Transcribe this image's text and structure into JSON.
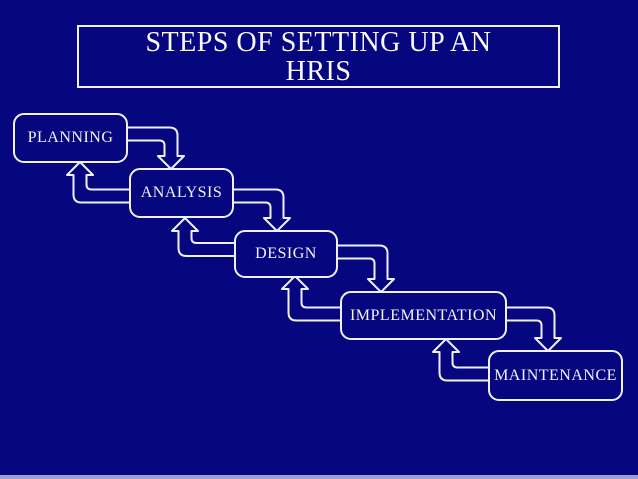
{
  "slide": {
    "title_line1": "STEPS OF SETTING UP AN",
    "title_line2": "HRIS",
    "colors": {
      "background": "#06067F",
      "line_and_text": "#EFF0F8",
      "bottom_strip": "#9CA0D4"
    }
  },
  "diagram": {
    "nodes": [
      {
        "id": "planning",
        "label": "PLANNING"
      },
      {
        "id": "analysis",
        "label": "ANALYSIS"
      },
      {
        "id": "design",
        "label": "DESIGN"
      },
      {
        "id": "implementation",
        "label": "IMPLEMENTATION"
      },
      {
        "id": "maintenance",
        "label": "MAINTENANCE"
      }
    ],
    "arrows": [
      {
        "from": "planning",
        "to": "analysis",
        "direction": "forward"
      },
      {
        "from": "analysis",
        "to": "planning",
        "direction": "back"
      },
      {
        "from": "analysis",
        "to": "design",
        "direction": "forward"
      },
      {
        "from": "design",
        "to": "analysis",
        "direction": "back"
      },
      {
        "from": "design",
        "to": "implementation",
        "direction": "forward"
      },
      {
        "from": "implementation",
        "to": "design",
        "direction": "back"
      },
      {
        "from": "implementation",
        "to": "maintenance",
        "direction": "forward"
      },
      {
        "from": "maintenance",
        "to": "implementation",
        "direction": "back"
      }
    ]
  }
}
